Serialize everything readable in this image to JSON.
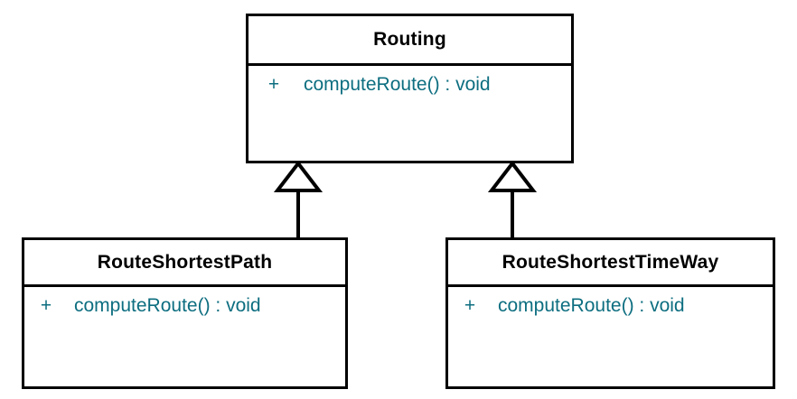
{
  "diagram": {
    "kind": "uml-class-diagram",
    "background_color": "#ffffff",
    "border_color": "#000000",
    "class_name_color": "#000000",
    "member_text_color": "#0d6e80",
    "classes": [
      {
        "id": "routing",
        "name": "Routing",
        "role": "superclass",
        "members": [
          {
            "visibility": "+",
            "signature": "computeRoute() : void"
          }
        ]
      },
      {
        "id": "routeshortestpath",
        "name": "RouteShortestPath",
        "role": "subclass",
        "members": [
          {
            "visibility": "+",
            "signature": "computeRoute() : void"
          }
        ]
      },
      {
        "id": "routeshortesttimeway",
        "name": "RouteShortestTimeWay",
        "role": "subclass",
        "members": [
          {
            "visibility": "+",
            "signature": "computeRoute() : void"
          }
        ]
      }
    ],
    "relationships": [
      {
        "id": "gen-left",
        "type": "generalization",
        "from": "RouteShortestPath",
        "to": "Routing",
        "arrow": "hollow-triangle"
      },
      {
        "id": "gen-right",
        "type": "generalization",
        "from": "RouteShortestTimeWay",
        "to": "Routing",
        "arrow": "hollow-triangle"
      }
    ]
  }
}
